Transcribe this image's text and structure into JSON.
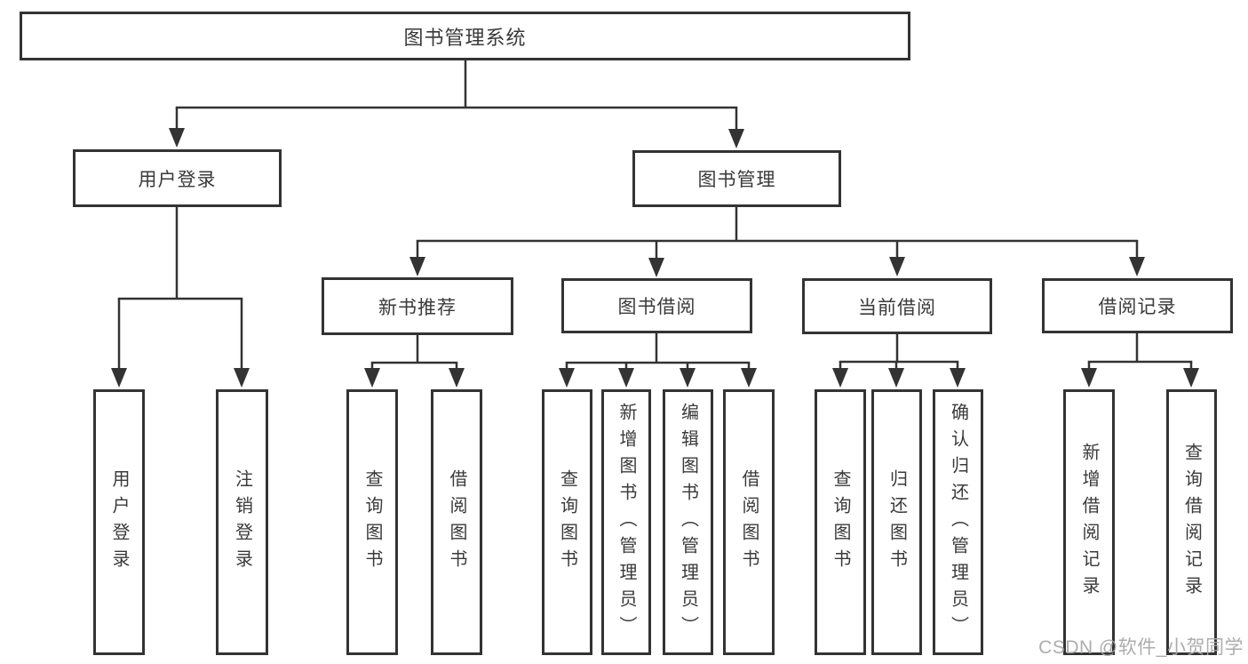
{
  "diagram": {
    "type": "tree",
    "tree": {
      "root": {
        "label": "图书管理系统",
        "children": [
          {
            "label": "用户登录",
            "children": [
              {
                "label": "用户登录"
              },
              {
                "label": "注销登录"
              }
            ]
          },
          {
            "label": "图书管理",
            "children": [
              {
                "label": "新书推荐",
                "children": [
                  {
                    "label": "查询图书"
                  },
                  {
                    "label": "借阅图书"
                  }
                ]
              },
              {
                "label": "图书借阅",
                "children": [
                  {
                    "label": "查询图书"
                  },
                  {
                    "label": "新增图书（管理员）"
                  },
                  {
                    "label": "编辑图书（管理员）"
                  },
                  {
                    "label": "借阅图书"
                  }
                ]
              },
              {
                "label": "当前借阅",
                "children": [
                  {
                    "label": "查询图书"
                  },
                  {
                    "label": "归还图书"
                  },
                  {
                    "label": "确认归还（管理员）"
                  }
                ]
              },
              {
                "label": "借阅记录",
                "children": [
                  {
                    "label": "新增借阅记录"
                  },
                  {
                    "label": "查询借阅记录"
                  }
                ]
              }
            ]
          }
        ]
      }
    },
    "colors": {
      "line": "#333333",
      "box_border": "#333333",
      "text": "#3a3a3a",
      "background": "#ffffff",
      "watermark": "#a8a8a8"
    }
  },
  "watermark": {
    "text": "CSDN @软件_小贺同学"
  }
}
